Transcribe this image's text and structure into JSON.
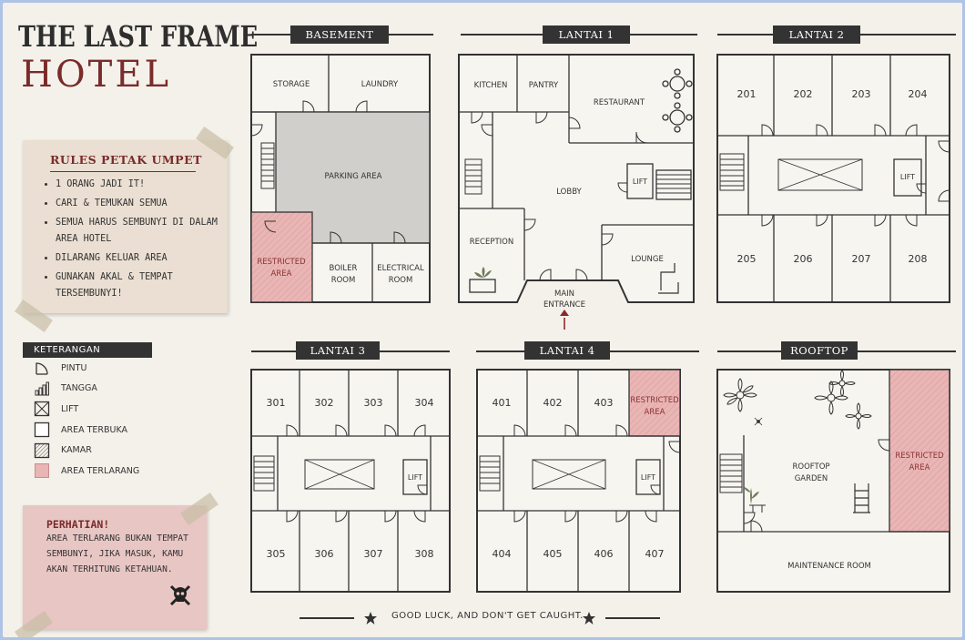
{
  "header": {
    "title_line1": "THE LAST FRAME",
    "title_line2": "HOTEL"
  },
  "rules": {
    "title": "RULES PETAK UMPET",
    "items": [
      "1 ORANG JADI IT!",
      "CARI & TEMUKAN SEMUA",
      "SEMUA HARUS SEMBUNYI DI DALAM AREA HOTEL",
      "DILARANG KELUAR AREA",
      "GUNAKAN AKAL & TEMPAT TERSEMBUNYI!"
    ]
  },
  "legend": {
    "title": "KETERANGAN",
    "items": [
      {
        "icon": "door-icon",
        "label": "PINTU"
      },
      {
        "icon": "stairs-icon",
        "label": "TANGGA"
      },
      {
        "icon": "lift-icon",
        "label": "LIFT"
      },
      {
        "icon": "open-area-icon",
        "label": "AREA TERBUKA"
      },
      {
        "icon": "room-icon",
        "label": "KAMAR"
      },
      {
        "icon": "restricted-area-icon",
        "label": "AREA TERLARANG"
      }
    ]
  },
  "warning": {
    "title": "PERHATIAN!",
    "text": "AREA TERLARANG BUKAN TEMPAT SEMBUNYI, JIKA MASUK, KAMU AKAN TERHITUNG KETAHUAN.",
    "icon": "skull-icon"
  },
  "sections": {
    "basement": "BASEMENT",
    "lantai1": "LANTAI 1",
    "lantai2": "LANTAI 2",
    "lantai3": "LANTAI 3",
    "lantai4": "LANTAI 4",
    "rooftop": "ROOFTOP"
  },
  "rooms": {
    "storage": "STORAGE",
    "laundry": "LAUNDRY",
    "parking": "PARKING AREA",
    "restricted_a": "RESTRICTED",
    "restricted_b": "AREA",
    "boiler_a": "BOILER",
    "boiler_b": "ROOM",
    "electrical_a": "ELECTRICAL",
    "electrical_b": "ROOM",
    "kitchen": "KITCHEN",
    "pantry": "PANTRY",
    "restaurant": "RESTAURANT",
    "lobby": "LOBBY",
    "lift": "LIFT",
    "reception": "RECEPTION",
    "lounge": "LOUNGE",
    "main_a": "MAIN",
    "main_b": "ENTRANCE",
    "garden_a": "ROOFTOP",
    "garden_b": "GARDEN",
    "maintenance": "MAINTENANCE ROOM",
    "lantai2_top": [
      "201",
      "202",
      "203",
      "204"
    ],
    "lantai2_bottom": [
      "205",
      "206",
      "207",
      "208"
    ],
    "lantai3_top": [
      "301",
      "302",
      "303",
      "304"
    ],
    "lantai3_bottom": [
      "305",
      "306",
      "307",
      "308"
    ],
    "lantai4_top": [
      "401",
      "402",
      "403"
    ],
    "lantai4_bottom": [
      "404",
      "405",
      "406",
      "407"
    ]
  },
  "footer": {
    "text": "GOOD LUCK, AND DON'T GET CAUGHT."
  },
  "colors": {
    "background": "#f4f1ea",
    "frame": "#aec3e6",
    "restricted": "#e9b5b5",
    "parking": "#d0cfcb",
    "accent": "#7a2b2b",
    "ink": "#333333"
  }
}
